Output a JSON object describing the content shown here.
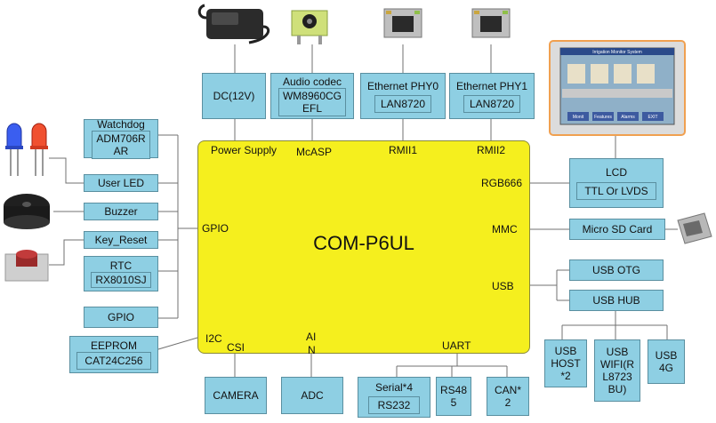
{
  "core": {
    "title": "COM-P6UL",
    "labels": {
      "power_supply": "Power Supply",
      "mcasp": "McASP",
      "rmii1": "RMII1",
      "rmii2": "RMII2",
      "rgb666": "RGB666",
      "mmc": "MMC",
      "usb": "USB",
      "gpio": "GPIO",
      "i2c": "I2C",
      "csi": "CSI",
      "ain_line1": "AI",
      "ain_line2": "N",
      "uart": "UART"
    }
  },
  "top_blocks": {
    "dc": "DC(12V)",
    "audio_title": "Audio codec",
    "audio_chip_line1": "WM8960CG",
    "audio_chip_line2": "EFL",
    "eth0_title": "Ethernet PHY0",
    "eth0_chip": "LAN8720",
    "eth1_title": "Ethernet PHY1",
    "eth1_chip": "LAN8720"
  },
  "left_blocks": {
    "watchdog_title": "Watchdog",
    "watchdog_chip_line1": "ADM706R",
    "watchdog_chip_line2": "AR",
    "user_led": "User LED",
    "buzzer": "Buzzer",
    "key_reset": "Key_Reset",
    "rtc_title": "RTC",
    "rtc_chip": "RX8010SJ",
    "gpio": "GPIO",
    "eeprom_title": "EEPROM",
    "eeprom_chip": "CAT24C256"
  },
  "right_blocks": {
    "lcd_title": "LCD",
    "lcd_type": "TTL Or LVDS",
    "micro_sd": "Micro SD Card",
    "usb_otg": "USB OTG",
    "usb_hub": "USB HUB",
    "usb_host_line1": "USB",
    "usb_host_line2": "HOST",
    "usb_host_line3": "*2",
    "usb_wifi_line1": "USB",
    "usb_wifi_line2": "WIFI(R",
    "usb_wifi_line3": "L8723",
    "usb_wifi_line4": "BU)",
    "usb_4g_line1": "USB",
    "usb_4g_line2": "4G"
  },
  "bottom_blocks": {
    "camera": "CAMERA",
    "adc": "ADC",
    "serial_title": "Serial*4",
    "serial_chip": "RS232",
    "rs485_line1": "RS48",
    "rs485_line2": "5",
    "can_line1": "CAN*",
    "can_line2": "2"
  },
  "screen_text": {
    "title": "Irrigation Monitor System",
    "buttons": [
      "Monit",
      "Features",
      "Alarms",
      "EXIT"
    ]
  },
  "colors": {
    "block_fill": "#8ecfe3",
    "core_fill": "#f5ef1e",
    "lcd_border": "#f0a050",
    "line": "#707070"
  }
}
